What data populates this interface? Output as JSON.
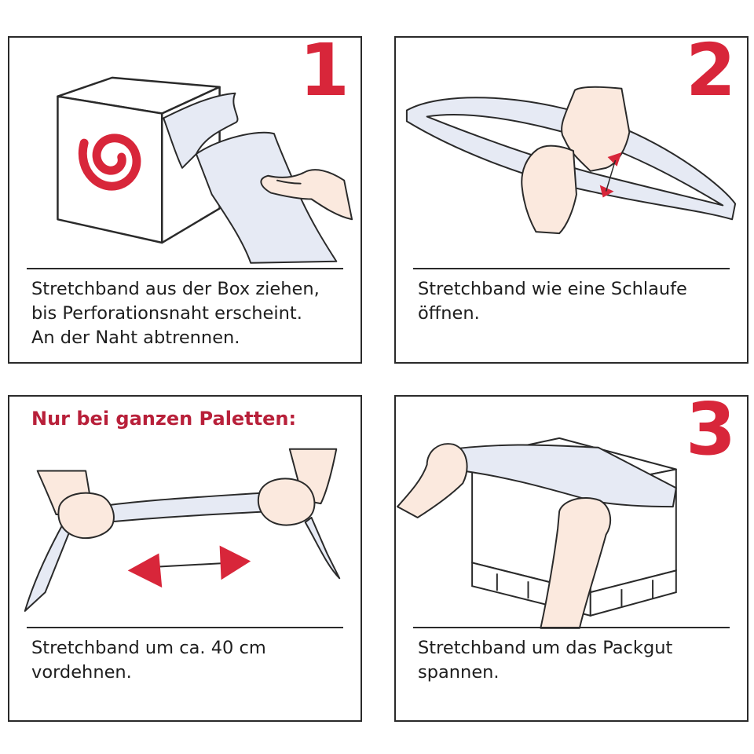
{
  "steps": [
    {
      "number": "1",
      "caption": "Stretchband aus der Box ziehen,\nbis Perforationsnaht erscheint.\nAn der Naht abtrennen."
    },
    {
      "number": "2",
      "caption": "Stretchband wie eine Schlaufe\nöffnen."
    },
    {
      "note": "Nur bei ganzen Paletten:",
      "caption": "Stretchband um ca. 40 cm\nvordehnen."
    },
    {
      "number": "3",
      "caption": "Stretchband um das Packgut\nspannen."
    }
  ],
  "colors": {
    "accent": "#d8263a",
    "line": "#2a2a2a",
    "band": "#e6eaf4",
    "skin": "#fbe9de"
  }
}
